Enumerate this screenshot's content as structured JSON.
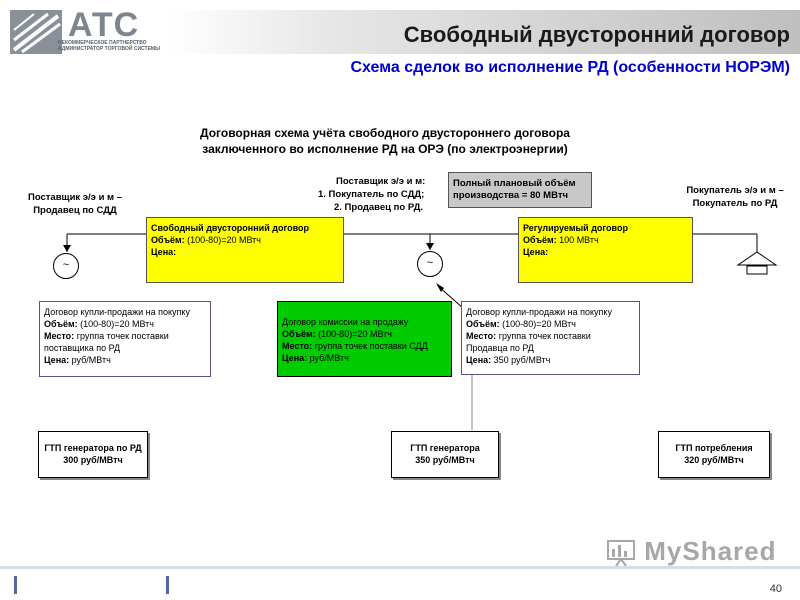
{
  "header": {
    "logo_text": "АТС",
    "logo_sub_1": "НЕКОММЕРЧЕСКОЕ ПАРТНЕРСТВО",
    "logo_sub_2": "АДМИНИСТРАТОР ТОРГОВОЙ СИСТЕМЫ",
    "title": "Свободный двусторонний договор",
    "subtitle": "Схема сделок во исполнение РД  (особенности НОРЭМ)"
  },
  "diagram": {
    "heading_1": "Договорная схема учёта свободного двустороннего договора",
    "heading_2": "заключенного во исполнение РД на ОРЭ (по электроэнергии)",
    "party_left_1": "Поставщик э/э и м –",
    "party_left_2": "Продавец по СДД",
    "party_mid_1": "Поставщик э/э и м:",
    "party_mid_2": "1.  Покупатель по СДД;",
    "party_mid_3": "2. Продавец по РД.",
    "party_right_1": "Покупатель э/э и м –",
    "party_right_2": "Покупатель по РД",
    "plan_volume_1": "Полный плановый объём",
    "plan_volume_2": "производства = 80 МВтч",
    "circle_symbol": "~",
    "sdd": {
      "title": "Свободный двусторонний договор",
      "volume_label": "Объём:",
      "volume_value": " (100-80)=20 МВтч",
      "price_label": "Цена:"
    },
    "rd": {
      "title": "Регулируемый договор",
      "volume_label": "Объём:",
      "volume_value": " 100 МВтч",
      "price_label": "Цена:"
    },
    "contract_left": {
      "title": "Договор купли-продажи на покупку",
      "volume_label": "Объём:",
      "volume_value": "  (100-80)=20 МВтч",
      "place_label": "Место:",
      "place_value_1": " группа точек поставки",
      "place_value_2": "поставщика по РД",
      "price_label": "Цена:",
      "price_value": "      руб/МВтч"
    },
    "contract_mid": {
      "title": "Договор комиссии на продажу",
      "volume_label": "Объём:",
      "volume_value": " (100-80)=20 МВтч",
      "place_label": "Место:",
      "place_value": " группа точек поставки СДД",
      "price_label": "Цена:",
      "price_value": "    руб/МВтч"
    },
    "contract_right": {
      "title": "Договор купли-продажи на покупку",
      "volume_label": "Объём:",
      "volume_value": "  (100-80)=20 МВтч",
      "place_label": "Место:",
      "place_value_1": " группа точек поставки",
      "place_value_2": "Продавца по РД",
      "price_label": "Цена:",
      "price_value": "    350 руб/МВтч"
    },
    "gtp_left_1": "ГТП генератора по РД",
    "gtp_left_2": "300 руб/МВтч",
    "gtp_mid_1": "ГТП генератора",
    "gtp_mid_2": "350 руб/МВтч",
    "gtp_right_1": "ГТП потребления",
    "gtp_right_2": "320 руб/МВтч"
  },
  "footer": {
    "page_number": "40",
    "watermark": "MyShared"
  },
  "colors": {
    "title_blue": "#0000cc",
    "yellow": "#ffff00",
    "green": "#00cc00",
    "gray_box": "#c8c8c8"
  }
}
